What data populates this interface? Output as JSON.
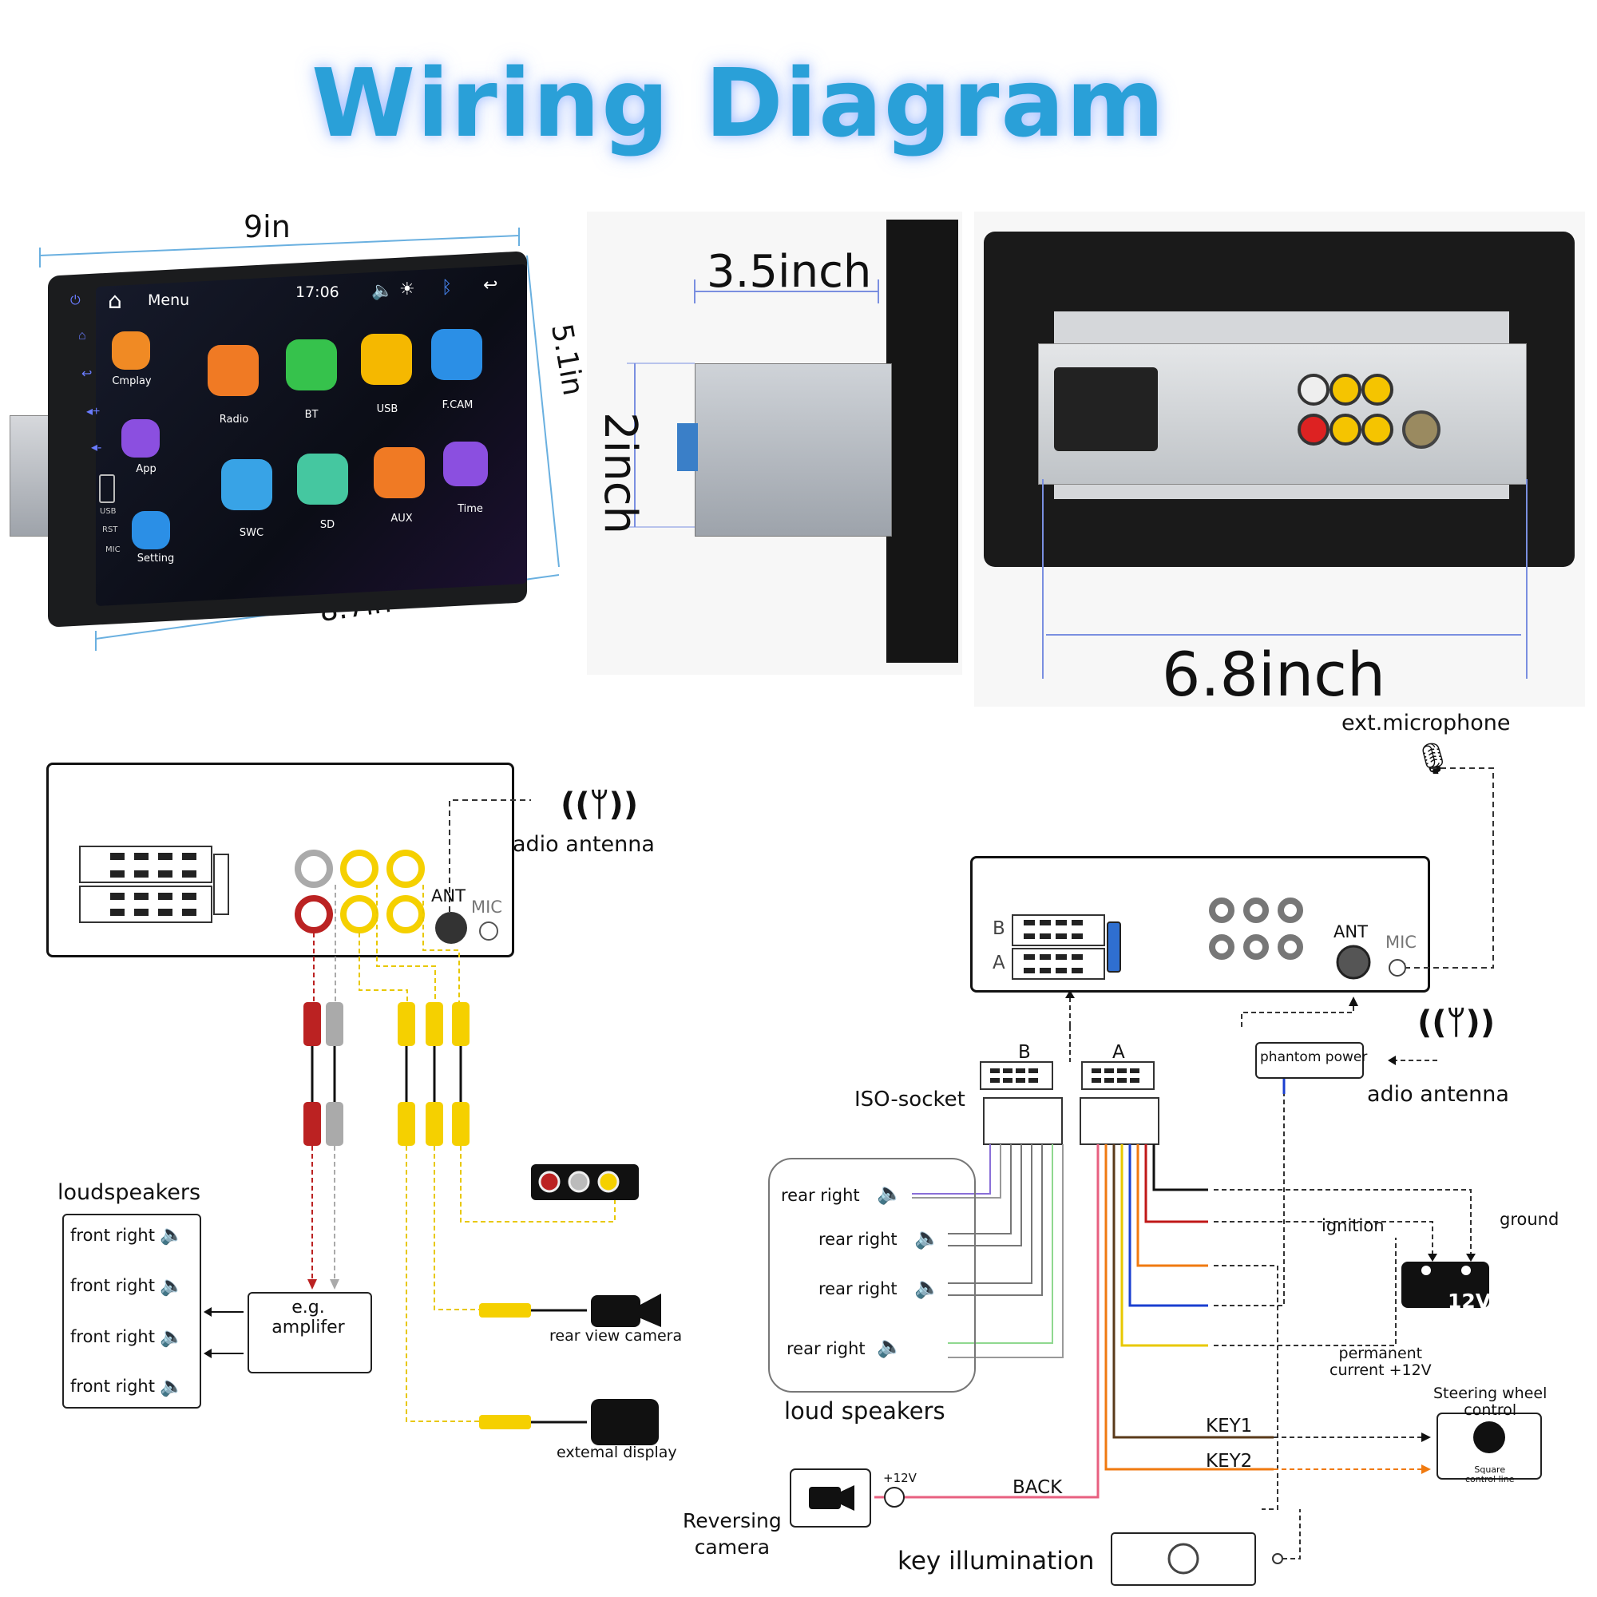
{
  "title": "Wiring Diagram",
  "dimensions": {
    "width_top": "9in",
    "width_bottom": "8.7in",
    "height": "5.1in",
    "depth": "3.5inch",
    "chassis_height": "2inch",
    "chassis_width": "6.8inch"
  },
  "screen": {
    "menu": "Menu",
    "time": "17:06",
    "side_labels": [
      "USB",
      "RST",
      "MIC"
    ],
    "apps": [
      {
        "label": "Cmplay",
        "color": "#f08a24"
      },
      {
        "label": "Radio",
        "color": "#f07a24"
      },
      {
        "label": "BT",
        "color": "#36c24c"
      },
      {
        "label": "USB",
        "color": "#f5b800"
      },
      {
        "label": "F.CAM",
        "color": "#2b8fe6"
      },
      {
        "label": "App",
        "color": "#8b4fe0"
      },
      {
        "label": "SWC",
        "color": "#38a3e6"
      },
      {
        "label": "SD",
        "color": "#45c7a0"
      },
      {
        "label": "AUX",
        "color": "#f07a24"
      },
      {
        "label": "Time",
        "color": "#8b4fe0"
      },
      {
        "label": "Setting",
        "color": "#2b8fe6"
      }
    ]
  },
  "left_diagram": {
    "antenna_label": "adio antenna",
    "ant": "ANT",
    "mic": "MIC",
    "loudspeakers_title": "loudspeakers",
    "speakers": [
      "front right",
      "front right",
      "front right",
      "front right"
    ],
    "amplifier": "e.g.\namplifer",
    "rear_camera": "rear view camera",
    "external_display": "extemal display"
  },
  "right_diagram": {
    "ext_microphone": "ext.microphone",
    "b_label": "B",
    "a_label": "A",
    "ant": "ANT",
    "mic": "MIC",
    "phantom_power": "phantom power",
    "antenna_label": "adio antenna",
    "iso_socket": "ISO-socket",
    "speakers": [
      "rear right",
      "rear right",
      "rear right",
      "rear right"
    ],
    "loud_speakers": "loud speakers",
    "ignition": "ignition",
    "ground": "ground",
    "battery": "12V",
    "permanent_current": "permanent\ncurrent +12V",
    "steering_wheel": "Steering wheel\ncontrol",
    "square_control": "Square\ncontrol line",
    "key1": "KEY1",
    "key2": "KEY2",
    "back": "BACK",
    "plus12v": "+12V",
    "reversing_camera": "Reversing\ncamera",
    "key_illumination": "key illumination"
  }
}
